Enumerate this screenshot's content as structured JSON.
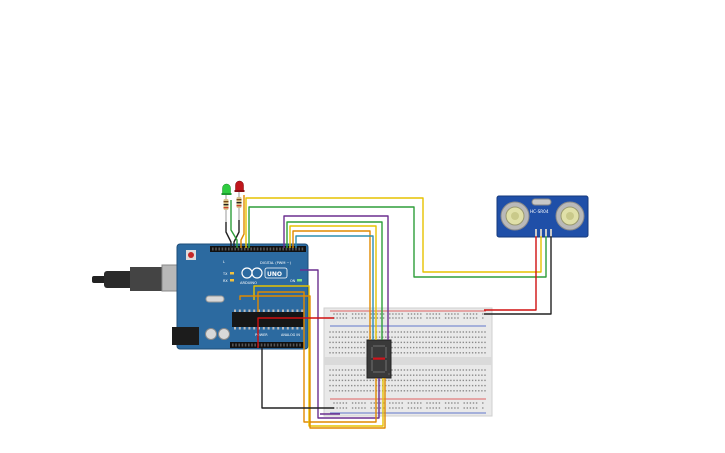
{
  "components": {
    "arduino": {
      "name": "Arduino Uno",
      "header_top_label": "DIGITAL (PWM ~)",
      "header_bottom_power_label": "POWER",
      "header_bottom_analog_label": "ANALOG IN",
      "brand_label": "ARDUINO",
      "logo_text": "UNO",
      "tx_label": "TX",
      "rx_label": "RX",
      "l_label": "L",
      "on_label": "ON",
      "board_color": "#2c6aa0"
    },
    "sensor": {
      "model_label": "HC-SR04",
      "board_color": "#1f4fa8"
    },
    "seven_segment": {
      "body_color": "#3a3a3a",
      "segment_on_color": "#d0141c"
    },
    "leds": {
      "green_color": "#2ecc40",
      "red_color": "#c0161c"
    },
    "breadboard": {
      "rail_red": "#d33",
      "rail_blue": "#334fc0"
    }
  },
  "wire_colors": {
    "yellow": "#e6c200",
    "green": "#2e9e3a",
    "purple": "#6b2f8f",
    "orange": "#e08a00",
    "teal": "#2e8fb0",
    "red": "#d01010",
    "black": "#222222"
  }
}
